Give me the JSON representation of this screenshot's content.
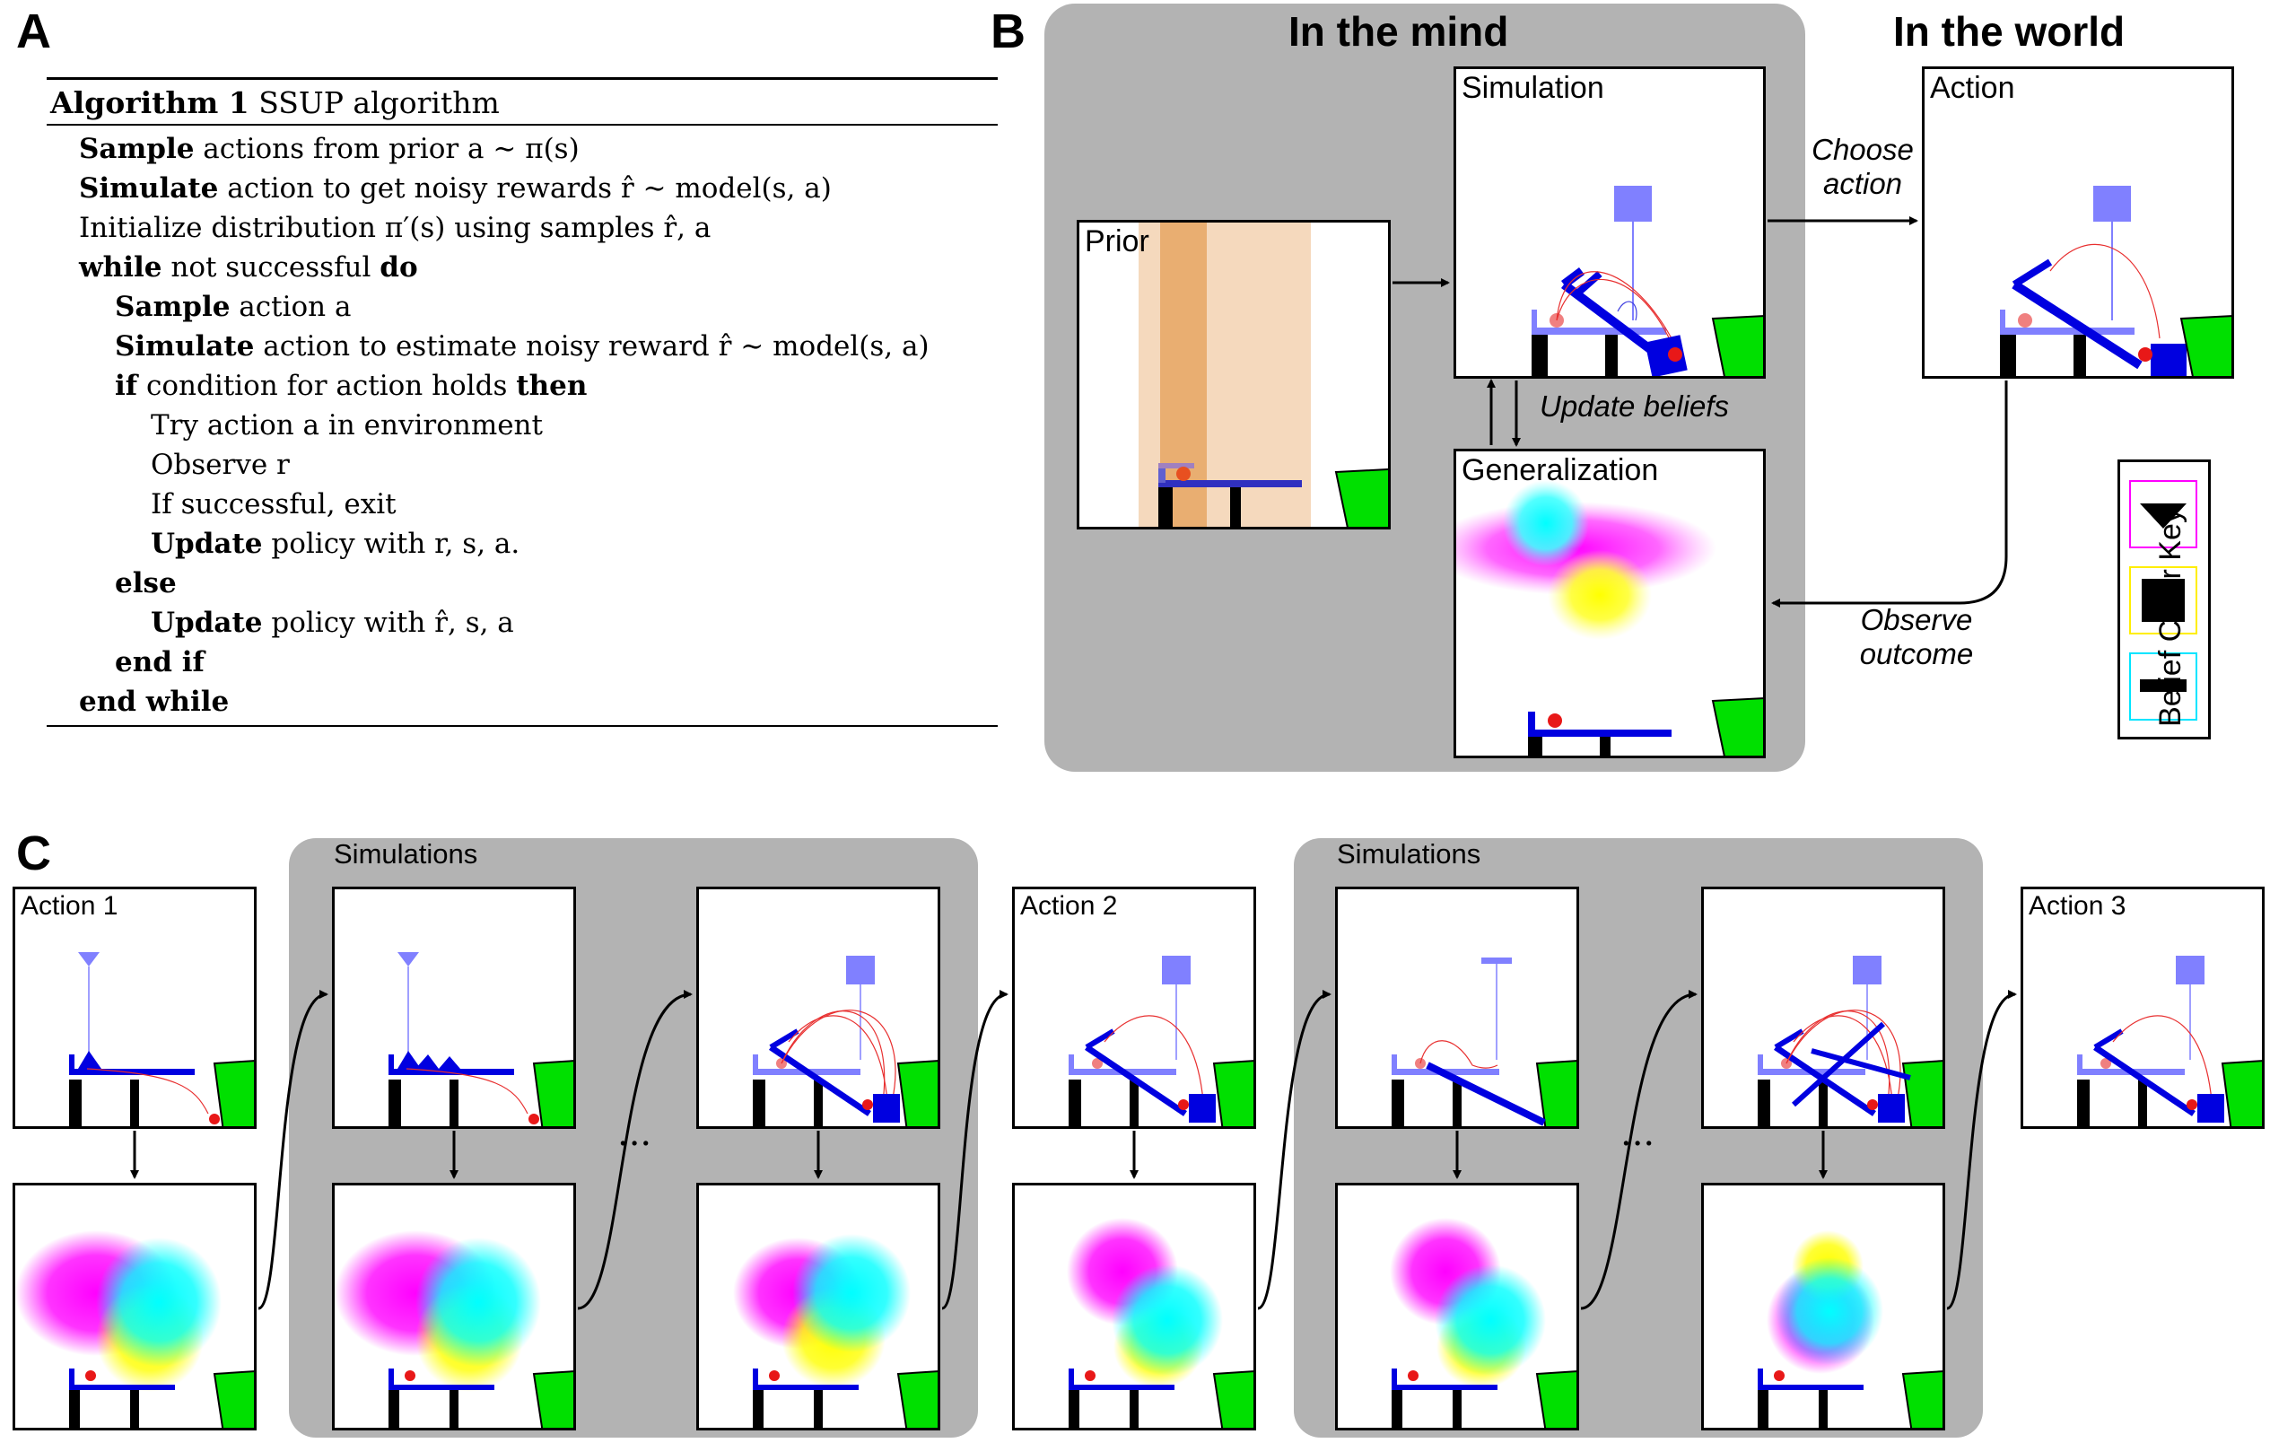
{
  "panel_labels": {
    "a": "A",
    "b": "B",
    "c": "C"
  },
  "algorithm": {
    "title_bold": "Algorithm 1",
    "title_rest": " SSUP algorithm",
    "lines": [
      {
        "indent": 0,
        "parts": [
          {
            "t": "Sample",
            "b": true
          },
          {
            "t": " actions from prior a ∼ π(s)"
          }
        ]
      },
      {
        "indent": 0,
        "parts": [
          {
            "t": "Simulate",
            "b": true
          },
          {
            "t": " action to get noisy rewards r̂ ∼ model(s, a)"
          }
        ]
      },
      {
        "indent": 0,
        "parts": [
          {
            "t": "Initialize distribution π′(s) using samples r̂, a"
          }
        ]
      },
      {
        "indent": 0,
        "parts": [
          {
            "t": "while",
            "b": true
          },
          {
            "t": " not successful "
          },
          {
            "t": "do",
            "b": true
          }
        ]
      },
      {
        "indent": 1,
        "parts": [
          {
            "t": "Sample",
            "b": true
          },
          {
            "t": " action a"
          }
        ]
      },
      {
        "indent": 1,
        "parts": [
          {
            "t": "Simulate",
            "b": true
          },
          {
            "t": " action to estimate noisy reward r̂ ∼ model(s, a)"
          }
        ]
      },
      {
        "indent": 1,
        "parts": [
          {
            "t": "if",
            "b": true
          },
          {
            "t": " condition for action holds "
          },
          {
            "t": "then",
            "b": true
          }
        ]
      },
      {
        "indent": 2,
        "parts": [
          {
            "t": "Try action a in environment"
          }
        ]
      },
      {
        "indent": 2,
        "parts": [
          {
            "t": "Observe r"
          }
        ]
      },
      {
        "indent": 2,
        "parts": [
          {
            "t": "If successful, exit"
          }
        ]
      },
      {
        "indent": 2,
        "parts": [
          {
            "t": "Update",
            "b": true
          },
          {
            "t": " policy with r, s, a."
          }
        ]
      },
      {
        "indent": 1,
        "parts": [
          {
            "t": "else",
            "b": true
          }
        ]
      },
      {
        "indent": 2,
        "parts": [
          {
            "t": "Update",
            "b": true
          },
          {
            "t": " policy with r̂, s, a"
          }
        ]
      },
      {
        "indent": 1,
        "parts": [
          {
            "t": "end if",
            "b": true
          }
        ]
      },
      {
        "indent": 0,
        "parts": [
          {
            "t": "end while",
            "b": true
          }
        ]
      }
    ]
  },
  "panel_b": {
    "heading_mind": "In the mind",
    "heading_world": "In the world",
    "prior_label": "Prior",
    "simulation_label": "Simulation",
    "generalization_label": "Generalization",
    "action_label": "Action",
    "choose_action": [
      "Choose",
      "action"
    ],
    "update_beliefs": "Update beliefs",
    "observe_outcome": [
      "Observe",
      "outcome"
    ],
    "color_key_title": "Belief Color Key",
    "color_key": [
      {
        "shape": "triangle-icon",
        "color": "#ff00ff"
      },
      {
        "shape": "square-icon",
        "color": "#ffee00"
      },
      {
        "shape": "bar-icon",
        "color": "#00e5ff"
      }
    ]
  },
  "panel_c": {
    "simulations_label": "Simulations",
    "action_labels": [
      "Action 1",
      "Action 2",
      "Action 3"
    ],
    "ellipsis": "..."
  },
  "colors": {
    "panel_gray": "#b3b3b3",
    "tool_light": "#8080ff",
    "tool_dark": "#0000e0",
    "goal_green": "#00e000",
    "ball_red": "#e81818",
    "ball_pink": "#f08080",
    "trace_red": "#e83030"
  }
}
